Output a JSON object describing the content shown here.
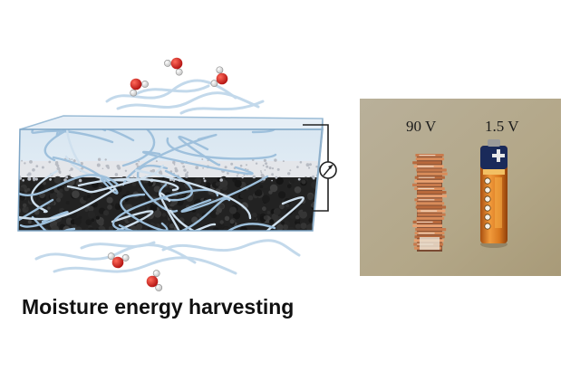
{
  "caption": "Moisture energy harvesting",
  "photo": {
    "left_label": "90 V",
    "right_label": "1.5 V"
  },
  "colors": {
    "fiber": "#8fb6d6",
    "fiber_light": "#c7ddee",
    "top_layer": "#dfeaf4",
    "carbon_layer": "#1c1c1c",
    "oxygen": "#d21f1f",
    "hydrogen": "#f2f2f2",
    "photo_background": "#b7ab8c",
    "battery_body": "#d8781f",
    "battery_top": "#1a2a5a",
    "copper": "#c87a4c"
  },
  "icons": {
    "circuit": "circuit-wire-icon",
    "meter": "voltmeter-icon",
    "water": "water-molecule-icon"
  }
}
